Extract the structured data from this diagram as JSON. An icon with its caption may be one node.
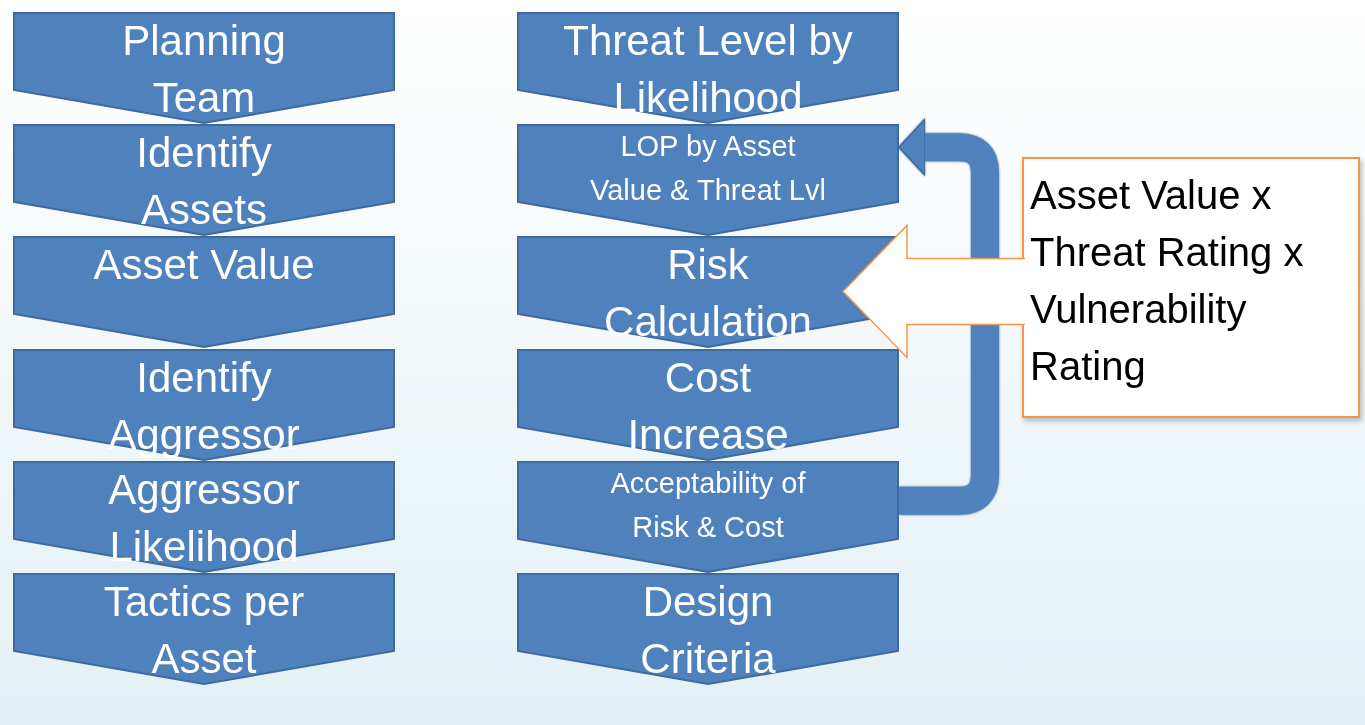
{
  "diagram": {
    "nodes": [
      {
        "text": [
          "Planning Team"
        ]
      },
      {
        "text": [
          "Identify Assets"
        ]
      },
      {
        "text": [
          "Asset Value"
        ]
      },
      {
        "text": [
          "Identify Aggressor"
        ]
      },
      {
        "text": [
          "Aggressor Likelihood"
        ]
      },
      {
        "text": [
          "Tactics per Asset"
        ]
      },
      {
        "text": [
          "Threat Level by Likelihood"
        ]
      },
      {
        "text": [
          "LOP by Asset Value & Threat Lvl"
        ]
      },
      {
        "text": [
          "Risk Calculation"
        ]
      },
      {
        "text": [
          "Cost Increase"
        ]
      },
      {
        "text": [
          "Acceptability of Risk & Cost"
        ]
      },
      {
        "text": [
          "Design Criteria"
        ]
      },
      {
        "text": [
          "Asset Value x Threat Rating x Vulnerability Rating"
        ]
      }
    ],
    "edges": [
      {
        "from": 10,
        "to": 7,
        "arrow": "to",
        "color": "#4f81bd"
      },
      {
        "from": 12,
        "to": 8,
        "arrow": "to",
        "color": "#f79646"
      }
    ]
  }
}
